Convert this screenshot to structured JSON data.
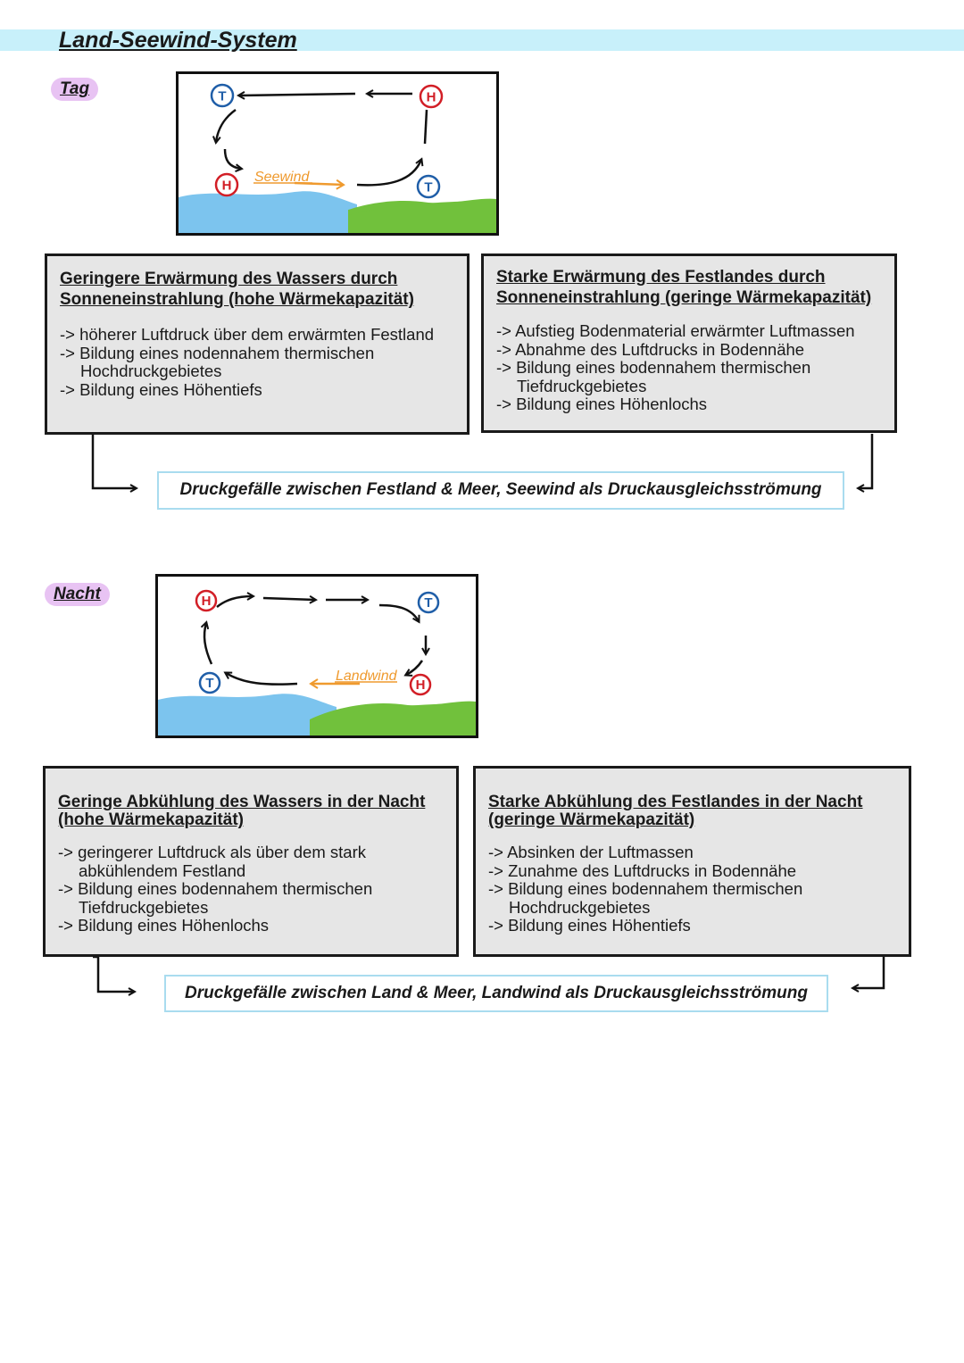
{
  "title": "Land-Seewind-System",
  "colors": {
    "water": "#7cc4ee",
    "land": "#71c13c",
    "wind_arrow": "#ef9a2e",
    "high": "#d21e26",
    "low": "#1f5ea8",
    "box_bg": "#e6e6e6",
    "result_border": "#a9dcef",
    "title_band": "#c8f0fa"
  },
  "day": {
    "label": "Tag",
    "diagram": {
      "low_symbol": "T",
      "high_symbol": "H",
      "wind_label": "Seewind"
    },
    "left_box": {
      "heading": "Geringere Erwärmung des Wassers durch Sonneneinstrahlung (hohe Wärmekapazität)",
      "items": [
        "-> höherer Luftdruck über dem erwärmten Festland",
        "-> Bildung eines nodennahem thermischen Hochdruckgebietes",
        "-> Bildung eines Höhentiefs"
      ]
    },
    "right_box": {
      "heading": "Starke Erwärmung des Festlandes durch Sonneneinstrahlung (geringe Wärmekapazität)",
      "items": [
        "-> Aufstieg Bodenmaterial erwärmter Luftmassen",
        "-> Abnahme des Luftdrucks in Bodennähe",
        "-> Bildung eines bodennahem thermischen Tiefdruckgebietes",
        "-> Bildung eines Höhenlochs"
      ]
    },
    "result": "Druckgefälle zwischen Festland & Meer, Seewind als Druckausgleichsströmung"
  },
  "night": {
    "label": "Nacht",
    "diagram": {
      "low_symbol": "T",
      "high_symbol": "H",
      "wind_label": "Landwind"
    },
    "left_box": {
      "heading": "Geringe Abkühlung des Wassers in der Nacht (hohe Wärmekapazität)",
      "items": [
        "-> geringerer Luftdruck als über dem stark abkühlendem Festland",
        "-> Bildung eines bodennahem thermischen Tiefdruckgebietes",
        "-> Bildung eines Höhenlochs"
      ]
    },
    "right_box": {
      "heading": "Starke Abkühlung des Festlandes in der Nacht (geringe Wärmekapazität)",
      "items": [
        "-> Absinken der Luftmassen",
        "-> Zunahme des Luftdrucks in Bodennähe",
        "-> Bildung eines bodennahem thermischen Hochdruckgebietes",
        "-> Bildung eines Höhentiefs"
      ]
    },
    "result": "Druckgefälle zwischen Land & Meer, Landwind als Druckausgleichsströmung"
  }
}
